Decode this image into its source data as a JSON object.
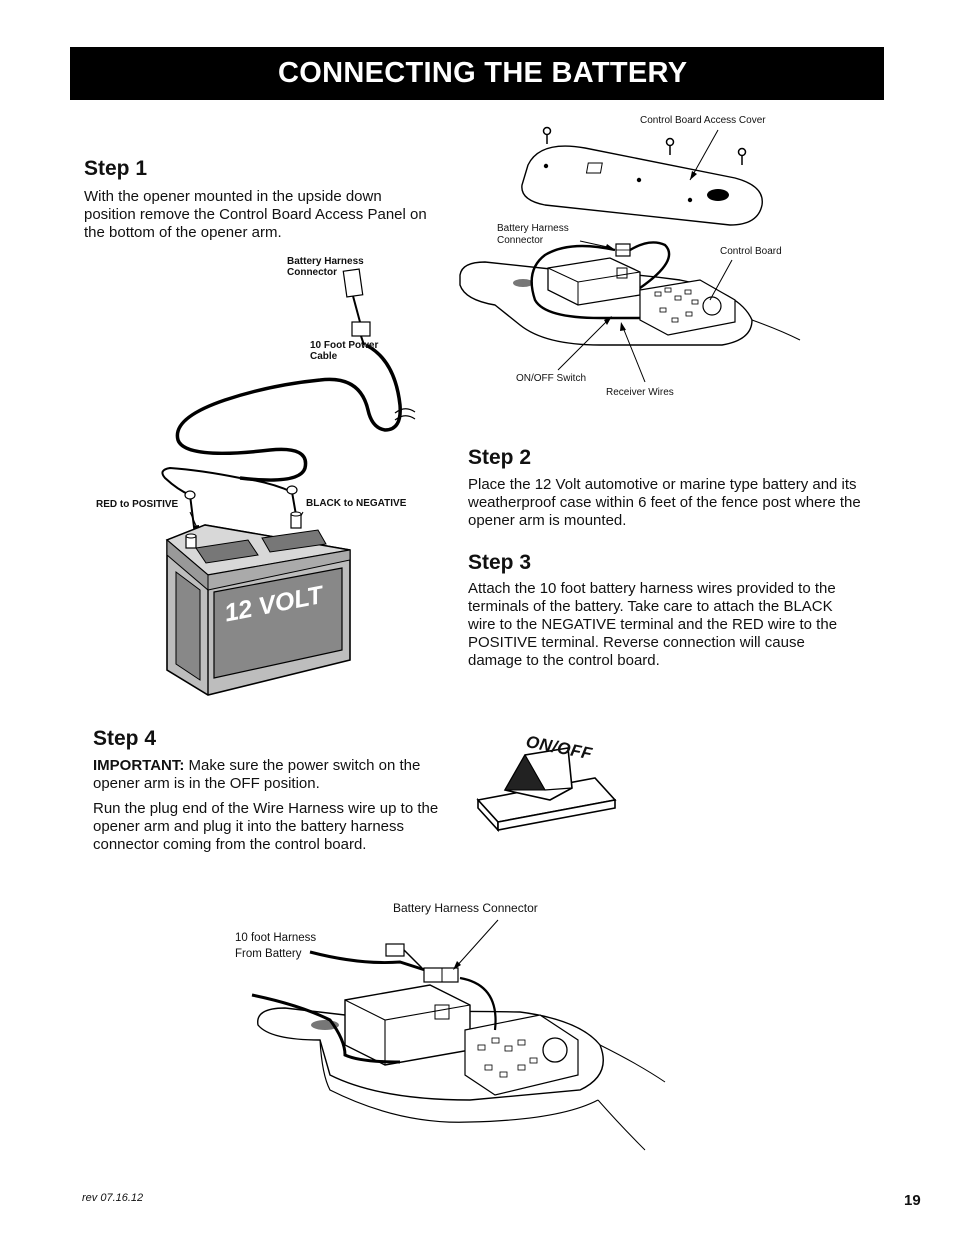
{
  "header": {
    "title": "CONNECTING THE BATTERY"
  },
  "step1": {
    "heading": "Step 1",
    "text": "With the opener mounted in the upside down position remove the Control Board Access Panel on the bottom of the opener arm."
  },
  "step2": {
    "heading": "Step 2",
    "text": "Place the 12 Volt automotive or marine type battery and its weatherproof case within 6 feet of the fence post where the opener arm is mounted."
  },
  "step3": {
    "heading": "Step 3",
    "text": "Attach the 10 foot battery harness wires provided to the terminals of the battery. Take care to attach the BLACK wire to the NEGATIVE terminal and the RED wire to the POSITIVE terminal. Reverse connection will cause damage to the control board."
  },
  "step4": {
    "heading": "Step 4",
    "important_label": "IMPORTANT:",
    "important_text": " Make sure the power switch on the opener arm is in the OFF position.",
    "text": "Run the plug end of the Wire Harness wire up to the opener arm and plug it into the battery harness connector coming from the control board."
  },
  "figure_top": {
    "control_board_access_cover": "Control Board Access Cover",
    "battery_harness_connector": "Battery Harness Connector",
    "control_board": "Control Board",
    "on_off_switch": "ON/OFF Switch",
    "receiver_wires": "Receiver Wires"
  },
  "figure_battery": {
    "battery_harness_connector": "Battery Harness Connector",
    "power_cable": "10 Foot Power Cable",
    "red_to_positive": "RED to POSITIVE",
    "black_to_negative": "BLACK to NEGATIVE",
    "battery_label": "12 VOLT"
  },
  "figure_switch": {
    "label": "ON/OFF"
  },
  "figure_bottom": {
    "battery_harness_connector": "Battery Harness Connector",
    "harness_from_battery": "10 foot Harness From Battery"
  },
  "footer": {
    "revision": "rev 07.16.12",
    "page_number": "19"
  }
}
